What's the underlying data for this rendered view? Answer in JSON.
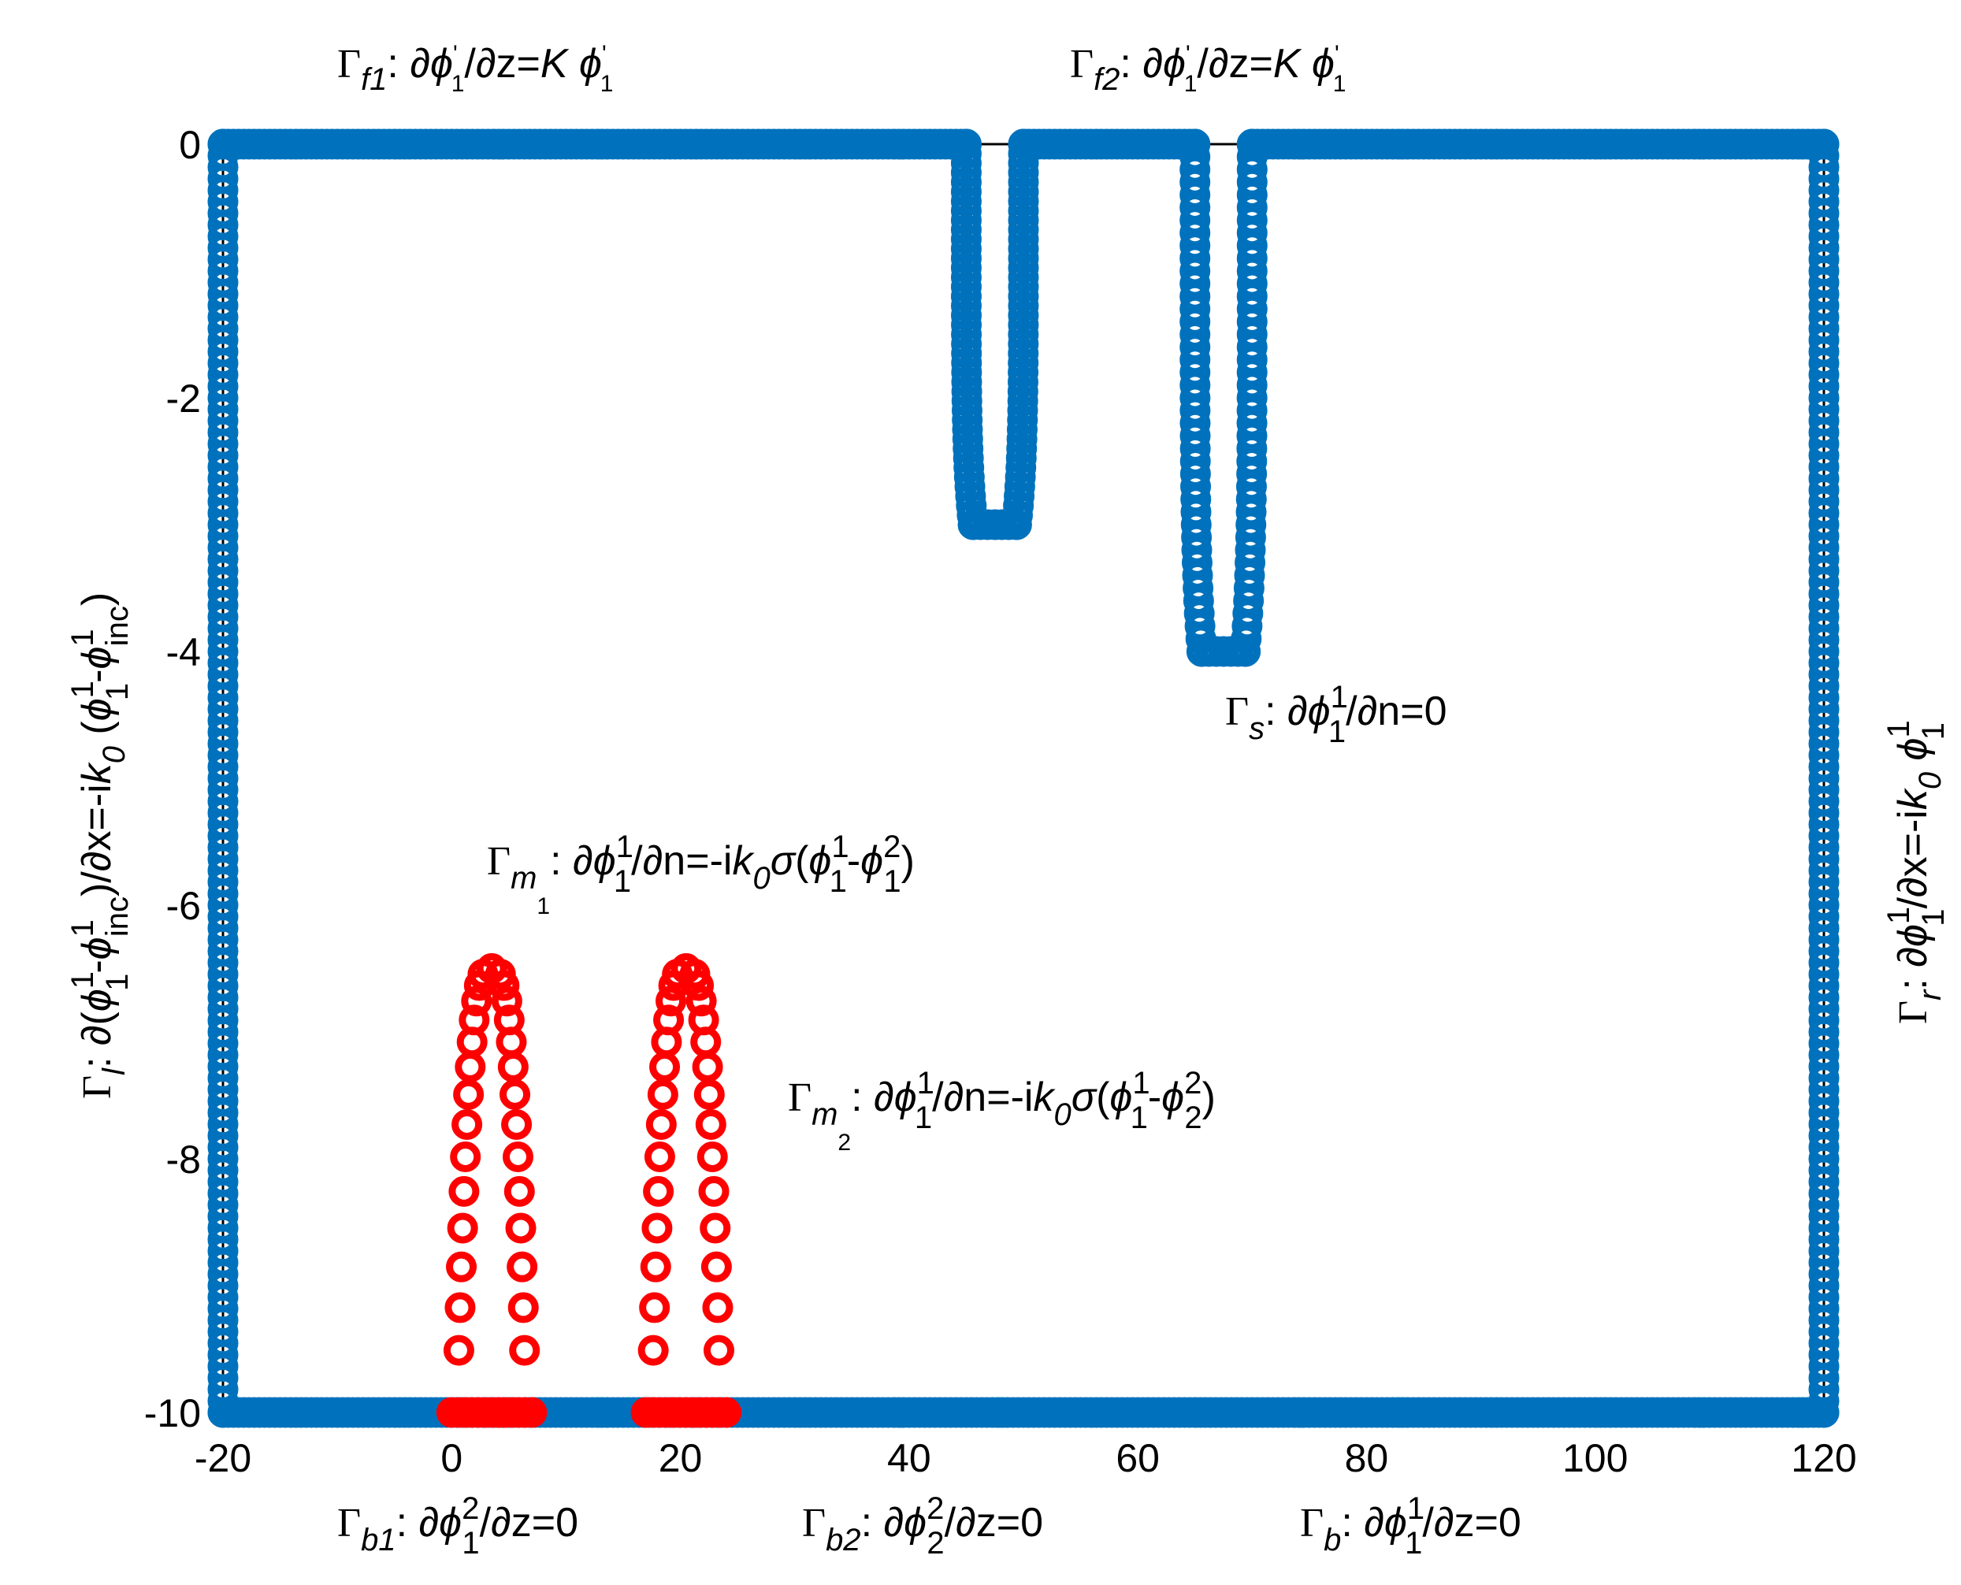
{
  "chart_data": {
    "type": "scatter",
    "title": "",
    "xlabel": "",
    "ylabel": "",
    "xlim": [
      -20,
      120
    ],
    "ylim": [
      -10,
      0
    ],
    "x_ticks": [
      "-20",
      "0",
      "20",
      "40",
      "60",
      "80",
      "100",
      "120"
    ],
    "y_ticks": [
      "0",
      "-2",
      "-4",
      "-6",
      "-8",
      "-10"
    ],
    "grid": false,
    "legend": "none",
    "colors": {
      "fluid_nodes": "#0072BD",
      "membrane_nodes": "#FF0000",
      "axes": "#000000"
    },
    "series": [
      {
        "marker": "circle-open",
        "color": "#0072BD",
        "segments": [
          {
            "boundary": "free surface 1",
            "x": [
              -20,
              45
            ],
            "y": [
              0,
              0
            ]
          },
          {
            "boundary": "structure 1",
            "x": [
              45,
              45,
              50,
              50
            ],
            "y": [
              0,
              -3,
              -3,
              0
            ]
          },
          {
            "boundary": "free surface 2",
            "x": [
              50,
              65
            ],
            "y": [
              0,
              0
            ]
          },
          {
            "boundary": "structure 2",
            "x": [
              65,
              65,
              70,
              70
            ],
            "y": [
              0,
              -4,
              -4,
              0
            ]
          },
          {
            "boundary": "free surface 3",
            "x": [
              70,
              120
            ],
            "y": [
              0,
              0
            ]
          },
          {
            "boundary": "right",
            "x": [
              120,
              120
            ],
            "y": [
              0,
              -10
            ]
          },
          {
            "boundary": "bottom",
            "x": [
              -20,
              120
            ],
            "y": [
              -10,
              -10
            ]
          },
          {
            "boundary": "left",
            "x": [
              -20,
              -20
            ],
            "y": [
              0,
              -10
            ]
          }
        ]
      },
      {
        "marker": "circle-open",
        "color": "#FF0000",
        "segments": [
          {
            "boundary": "membrane 1",
            "peak_x": 3.5,
            "peak_y": -6.5,
            "base_x": [
              0,
              7
            ],
            "base_y": -10
          },
          {
            "boundary": "membrane 2",
            "peak_x": 20.5,
            "peak_y": -6.5,
            "base_x": [
              17,
              24
            ],
            "base_y": -10
          }
        ]
      }
    ]
  },
  "annotations": {
    "gamma": "Γ",
    "partial": "∂",
    "phi": "ϕ",
    "sigma": "σ",
    "k": "k",
    "K": "K",
    "one": "1",
    "two": "2",
    "l": "l",
    "r": "r",
    "s": "s",
    "b": "b",
    "m": "m",
    "inc": "inc",
    "f1": "f1",
    "f2": "f2",
    "b1": "b1",
    "b2": "b2",
    "k_sub": "0",
    "colon": ": ",
    "slash": "/",
    "z_eq_K": "z=",
    "z_eq_0": "z=0",
    "n_eq_0": "n=0",
    "n_eq_mik": "n=-i",
    "x_eq_mik": "x=-i",
    "open_paren_f": "(",
    "open_paren": " (",
    "close_paren": ")",
    "minus": "-",
    "prime": "'",
    "space": " "
  }
}
